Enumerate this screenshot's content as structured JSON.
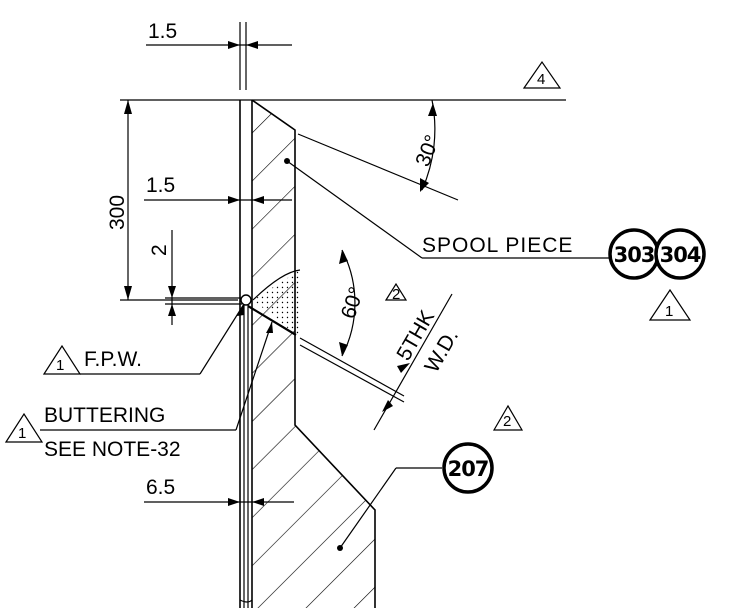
{
  "dimensions": {
    "top_gap": "1.5",
    "mid_gap": "1.5",
    "height": "300",
    "offset": "2",
    "bottom_thickness": "6.5",
    "bevel_angle": "30°",
    "weld_angle": "60°",
    "weld_depth_line1": "5THK",
    "weld_depth_line2": "W.D."
  },
  "labels": {
    "spool_piece": "SPOOL PIECE",
    "fpw": "F.P.W.",
    "buttering": "BUTTERING",
    "see_note": "SEE NOTE-32"
  },
  "bubbles": {
    "spool_a": "303",
    "spool_b": "304",
    "part": "207"
  },
  "revisions": {
    "top_right": "4",
    "spool": "1",
    "fpw": "1",
    "buttering": "1",
    "weld": "2",
    "part": "2"
  }
}
